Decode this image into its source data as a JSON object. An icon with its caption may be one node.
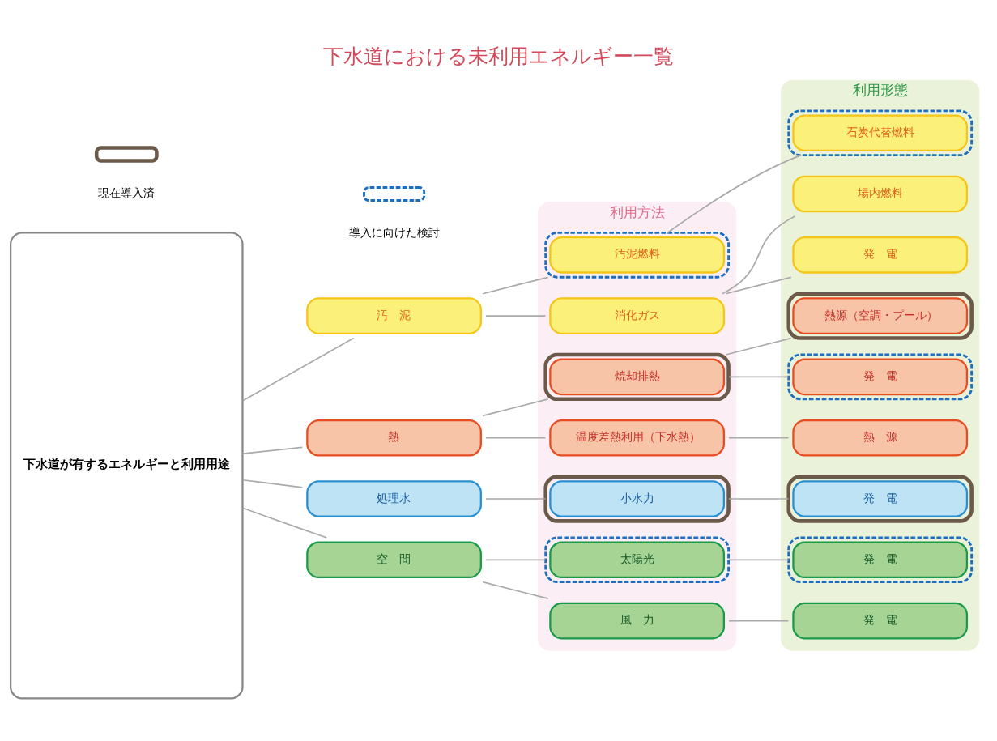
{
  "diagram": {
    "title": "下水道における未利用エネルギー一覧",
    "nodes": [
      {
        "text": [
          "下水道が有するエネルギーと利用用途"
        ]
      },
      {
        "text": [
          "汚　泥"
        ]
      },
      {
        "text": [
          "熱"
        ]
      },
      {
        "text": [
          "処理水"
        ]
      },
      {
        "text": [
          "空　間"
        ]
      },
      {
        "text": [
          "利用方法"
        ]
      },
      {
        "text": [
          "汚泥燃料"
        ],
        "in": 5
      },
      {
        "text": [
          "消化ガス"
        ],
        "in": 5
      },
      {
        "text": [
          "焼却排熱"
        ],
        "in": 5
      },
      {
        "text": [
          "温度差熱利用（下水熱）"
        ],
        "in": 5
      },
      {
        "text": [
          "小水力"
        ],
        "in": 5
      },
      {
        "text": [
          "太陽光"
        ],
        "in": 5
      },
      {
        "text": [
          "風　力"
        ],
        "in": 5
      },
      {
        "text": [
          "利用形態"
        ]
      },
      {
        "text": [
          "石炭代替燃料"
        ],
        "in": 13
      },
      {
        "text": [
          "場内燃料"
        ],
        "in": 13
      },
      {
        "text": [
          "発　電"
        ],
        "in": 13
      },
      {
        "text": [
          "熱源（空調・プール）"
        ],
        "in": 13
      },
      {
        "text": [
          "発　電"
        ],
        "in": 13
      },
      {
        "text": [
          "熱　源"
        ],
        "in": 13
      },
      {
        "text": [
          "発　電"
        ],
        "in": 13
      },
      {
        "text": [
          "発　電"
        ],
        "in": 13
      },
      {
        "text": [
          "発　電"
        ],
        "in": 13
      }
    ],
    "edges": [
      {
        "from": 0,
        "to": 1,
        "arrow": "none"
      },
      {
        "from": 0,
        "to": 2,
        "arrow": "none"
      },
      {
        "from": 0,
        "to": 3,
        "arrow": "none"
      },
      {
        "from": 0,
        "to": 4,
        "arrow": "none"
      },
      {
        "from": 1,
        "to": 6,
        "arrow": "none"
      },
      {
        "from": 1,
        "to": 7,
        "arrow": "none"
      },
      {
        "from": 6,
        "to": 14,
        "arrow": "none"
      },
      {
        "from": 7,
        "to": 15,
        "arrow": "none"
      },
      {
        "from": 7,
        "to": 16,
        "arrow": "none"
      },
      {
        "from": 2,
        "to": 8,
        "arrow": "none"
      },
      {
        "from": 2,
        "to": 9,
        "arrow": "none"
      },
      {
        "from": 8,
        "to": 17,
        "arrow": "none"
      },
      {
        "from": 8,
        "to": 18,
        "arrow": "none"
      },
      {
        "from": 9,
        "to": 19,
        "arrow": "none"
      },
      {
        "from": 3,
        "to": 10,
        "arrow": "none"
      },
      {
        "from": 10,
        "to": 20,
        "arrow": "none"
      },
      {
        "from": 4,
        "to": 11,
        "arrow": "none"
      },
      {
        "from": 4,
        "to": 12,
        "arrow": "none"
      },
      {
        "from": 11,
        "to": 21,
        "arrow": "none"
      },
      {
        "from": 12,
        "to": 22,
        "arrow": "none"
      }
    ],
    "legend": [
      {
        "text": "現在導入済"
      },
      {
        "text": "導入に向けた検討"
      }
    ]
  }
}
